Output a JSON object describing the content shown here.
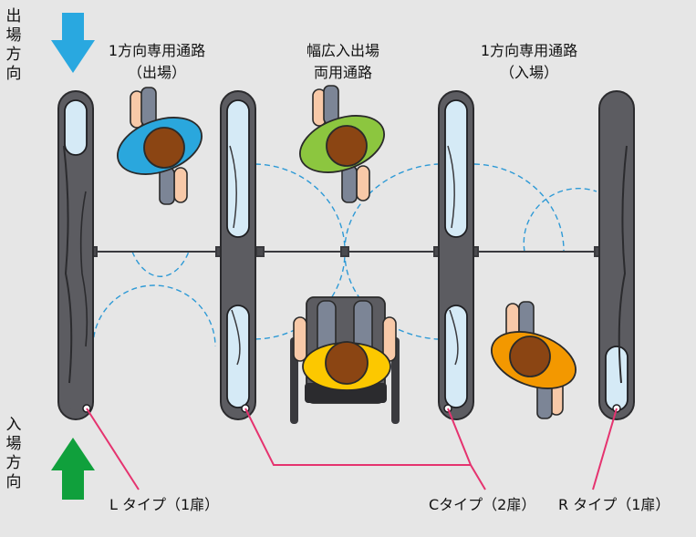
{
  "direction_exit": "出場方向",
  "direction_entry": "入場方向",
  "lanes": [
    {
      "line1": "1方向専用通路",
      "line2": "（出場）"
    },
    {
      "line1": "幅広入出場",
      "line2": "両用通路"
    },
    {
      "line1": "1方向専用通路",
      "line2": "（入場）"
    }
  ],
  "types": {
    "l": "L タイプ（1扉）",
    "c": "Cタイプ（2扉）",
    "r": "R タイプ（1扉）"
  },
  "colors": {
    "background": "#e6e6e6",
    "cabinet": "#5c5c61",
    "panel": "#d5eaf6",
    "exit_arrow": "#29a8e0",
    "entry_arrow": "#10a03c",
    "leader_line": "#e5336f",
    "swing_arc": "#2e9ad6",
    "person_blue": "#2aa7dd",
    "person_green": "#8cc63f",
    "person_orange": "#f39800",
    "person_yellow": "#fcc800",
    "skin": "#f8c9a8",
    "head": "#8b4513",
    "pants": "#7c8596"
  }
}
